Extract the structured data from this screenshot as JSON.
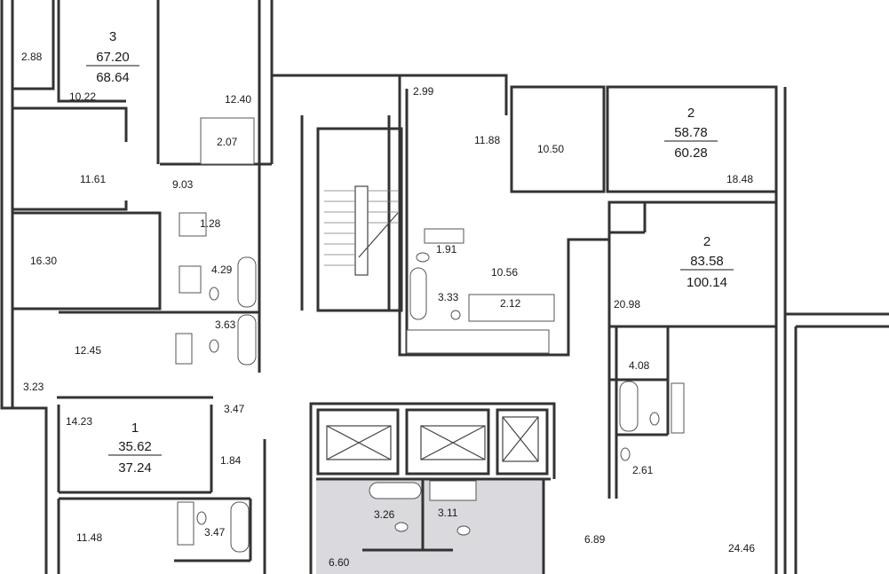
{
  "units": [
    {
      "rooms": "3",
      "living_area": "67.20",
      "total_area": "68.64"
    },
    {
      "rooms": "2",
      "living_area": "58.78",
      "total_area": "60.28"
    },
    {
      "rooms": "2",
      "living_area": "83.58",
      "total_area": "100.14"
    },
    {
      "rooms": "1",
      "living_area": "35.62",
      "total_area": "37.24"
    }
  ],
  "room_areas": [
    "2.88",
    "10.22",
    "12.40",
    "2.07",
    "11.61",
    "9.03",
    "1.28",
    "16.30",
    "4.29",
    "12.45",
    "3.63",
    "3.23",
    "3.47",
    "14.23",
    "1.84",
    "11.48",
    "3.47",
    "2.99",
    "11.88",
    "10.50",
    "18.48",
    "1.91",
    "10.56",
    "3.33",
    "2.12",
    "20.98",
    "4.08",
    "2.61",
    "24.46",
    "6.89",
    "3.26",
    "3.11",
    "6.60"
  ],
  "colors": {
    "wall": "#333333",
    "highlight": "#d9d9de"
  }
}
